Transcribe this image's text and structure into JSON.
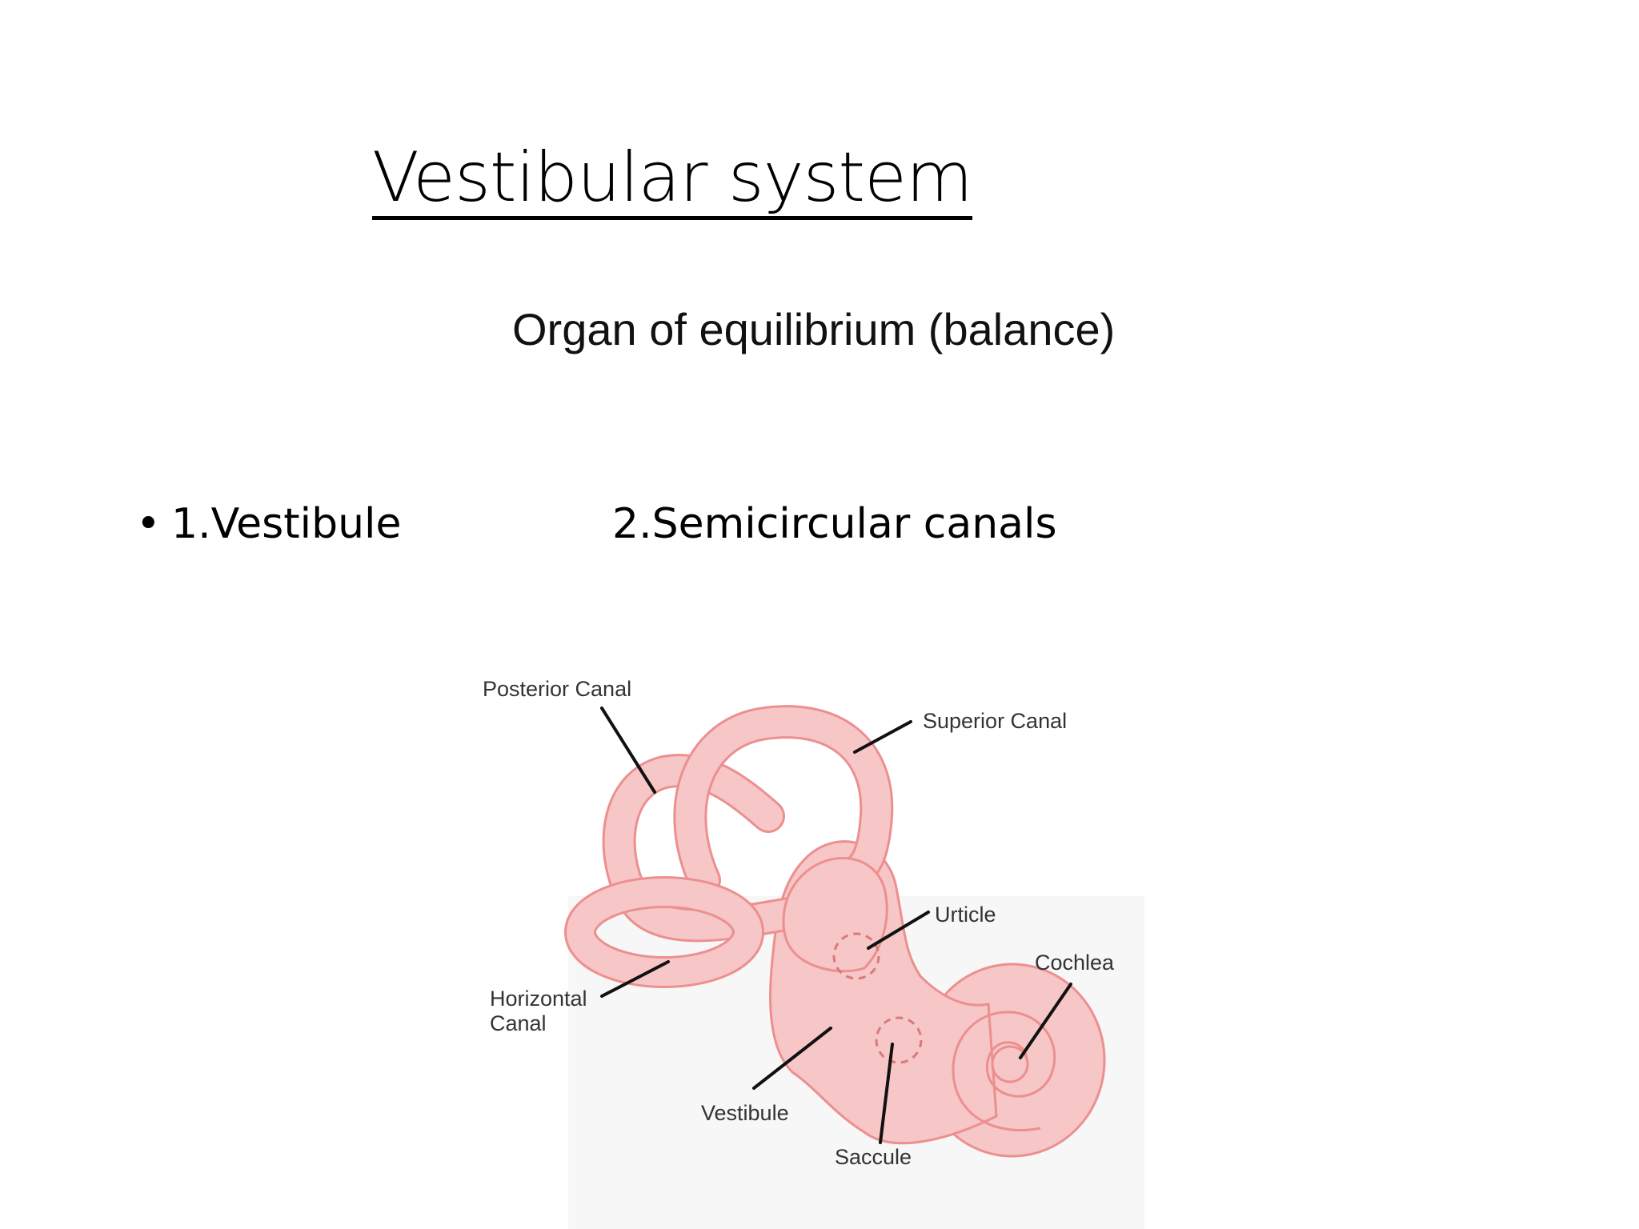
{
  "slide": {
    "title": "Vestibular system",
    "subtitle": "Organ of equilibrium (balance)",
    "bullet": "•",
    "items": [
      "1.Vestibule",
      "2.Semicircular canals"
    ]
  },
  "diagram": {
    "labels": {
      "posterior_canal": "Posterior Canal",
      "superior_canal": "Superior Canal",
      "urticle": "Urticle",
      "cochlea": "Cochlea",
      "horizontal_canal_line1": "Horizontal",
      "horizontal_canal_line2": "Canal",
      "vestibule": "Vestibule",
      "saccule": "Saccule"
    },
    "colors": {
      "tissue_fill": "#f7c6c6",
      "tissue_outline": "#ec8f8f",
      "leader_line": "#111111",
      "panel_background": "#f7f7f7"
    }
  }
}
